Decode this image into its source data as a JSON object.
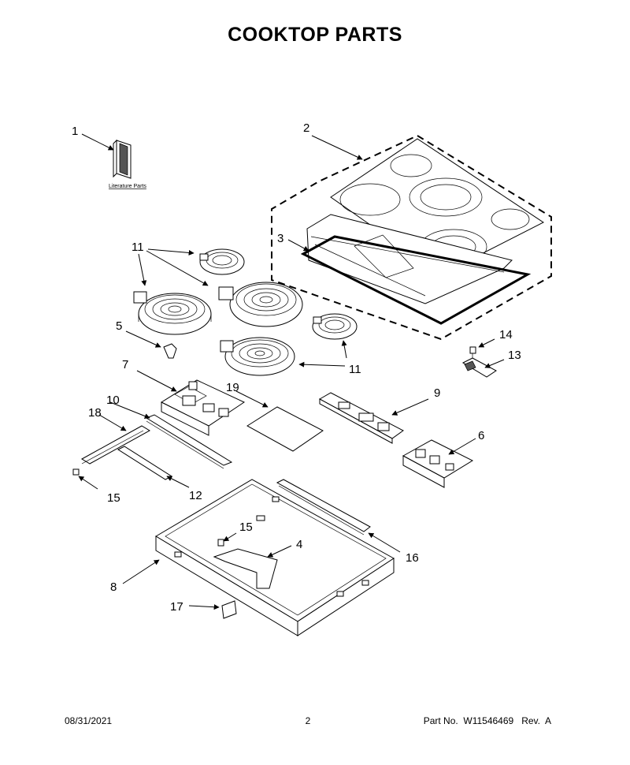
{
  "title": "COOKTOP  PARTS",
  "literature_label": "Literature Parts",
  "callouts": {
    "c1": "1",
    "c2": "2",
    "c3": "3",
    "c4": "4",
    "c5": "5",
    "c6": "6",
    "c7": "7",
    "c8": "8",
    "c9": "9",
    "c10": "10",
    "c11a": "11",
    "c11b": "11",
    "c12": "12",
    "c13": "13",
    "c14": "14",
    "c15a": "15",
    "c15b": "15",
    "c16": "16",
    "c17": "17",
    "c18": "18",
    "c19": "19"
  },
  "footer": {
    "date": "08/31/2021",
    "page": "2",
    "part": "Part No.  W11546469   Rev.  A"
  }
}
